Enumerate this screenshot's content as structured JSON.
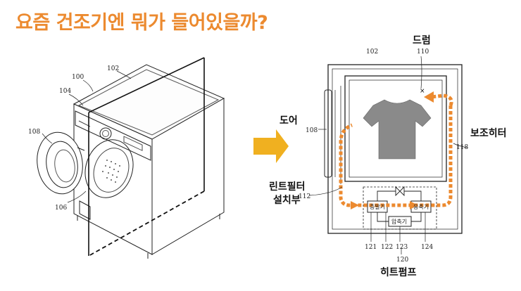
{
  "title": "요즘 건조기엔 뭐가 들어있을까?",
  "left_figure": {
    "refs": {
      "r100": "100",
      "r102": "102",
      "r104": "104",
      "r108": "108",
      "r106": "106"
    }
  },
  "right_figure": {
    "refs": {
      "r102": "102",
      "r110": "110",
      "r108": "108",
      "r118": "118",
      "r112": "112",
      "r121": "121",
      "r122": "122",
      "r123": "123",
      "r124": "124",
      "r120": "120"
    },
    "labels": {
      "drum": "드럼",
      "door": "도어",
      "aux_heater": "보조히터",
      "lint_filter_line1": "린트필터",
      "lint_filter_line2": "설치부",
      "heat_pump": "히트펌프"
    },
    "box_labels": {
      "evaporator": "증발기",
      "condenser": "응축기",
      "compressor": "압축기"
    }
  },
  "colors": {
    "accent": "#ec8a2f",
    "arrow": "#f0b020",
    "line": "#222222",
    "shirt": "#8a8a8a"
  }
}
